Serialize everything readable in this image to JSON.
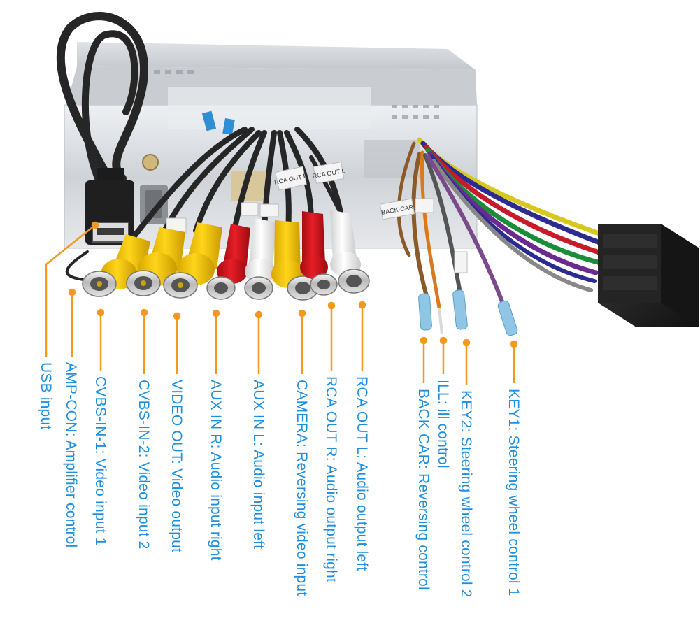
{
  "colors": {
    "label_text": "#1e8ee0",
    "leader_line": "#f39a1e",
    "rca_yellow": "#f2c200",
    "rca_red": "#d8141c",
    "rca_white": "#f1f1f1",
    "cable": "#262626",
    "chassis": "#d9dde2"
  },
  "sleeve_labels": {
    "rca_out_r": "RCA OUT R",
    "rca_out_l": "RCA OUT L",
    "back_car": "BACK-CAR"
  },
  "callouts": [
    {
      "id": "usb",
      "label": "USB input"
    },
    {
      "id": "amp-con",
      "label": "AMP-CON: Amplifier control"
    },
    {
      "id": "cvbs-in-1",
      "label": "CVBS-IN-1: Video input 1"
    },
    {
      "id": "cvbs-in-2",
      "label": "CVBS-IN-2: Video input 2"
    },
    {
      "id": "video-out",
      "label": "VIDEO OUT: Video output"
    },
    {
      "id": "aux-in-r",
      "label": "AUX IN R: Audio input right"
    },
    {
      "id": "aux-in-l",
      "label": "AUX IN L: Audio input left"
    },
    {
      "id": "camera",
      "label": "CAMERA: Reversing video input"
    },
    {
      "id": "rca-out-r",
      "label": "RCA OUT R: Audio output right"
    },
    {
      "id": "rca-out-l",
      "label": "RCA OUT L: Audio output left"
    },
    {
      "id": "back-car",
      "label": "BACK CAR: Reversing control"
    },
    {
      "id": "ill",
      "label": "ILL: ill control"
    },
    {
      "id": "key2",
      "label": "KEY2: Steering wheel control 2"
    },
    {
      "id": "key1",
      "label": "KEY1: Steering wheel control 1"
    }
  ]
}
